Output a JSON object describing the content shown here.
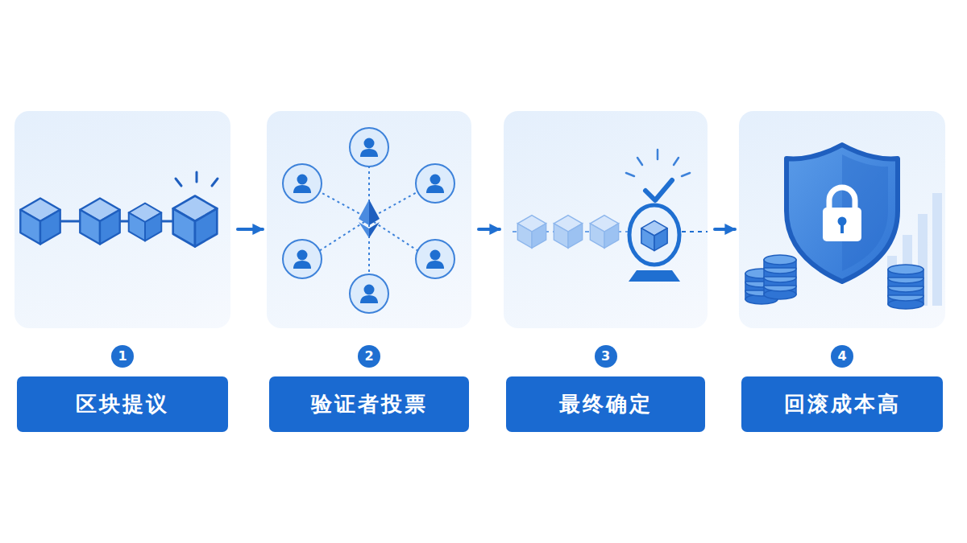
{
  "diagram": {
    "nodes": [
      {
        "text": [
          "1",
          "区块提议"
        ]
      },
      {
        "text": [
          "2",
          "验证者投票"
        ]
      },
      {
        "text": [
          "3",
          "最终确定"
        ]
      },
      {
        "text": [
          "4",
          "回滚成本高"
        ]
      }
    ],
    "edges": [
      {
        "from": 0,
        "to": 1,
        "arrow": "to"
      },
      {
        "from": 1,
        "to": 2,
        "arrow": "to"
      },
      {
        "from": 2,
        "to": 3,
        "arrow": "to"
      }
    ]
  }
}
